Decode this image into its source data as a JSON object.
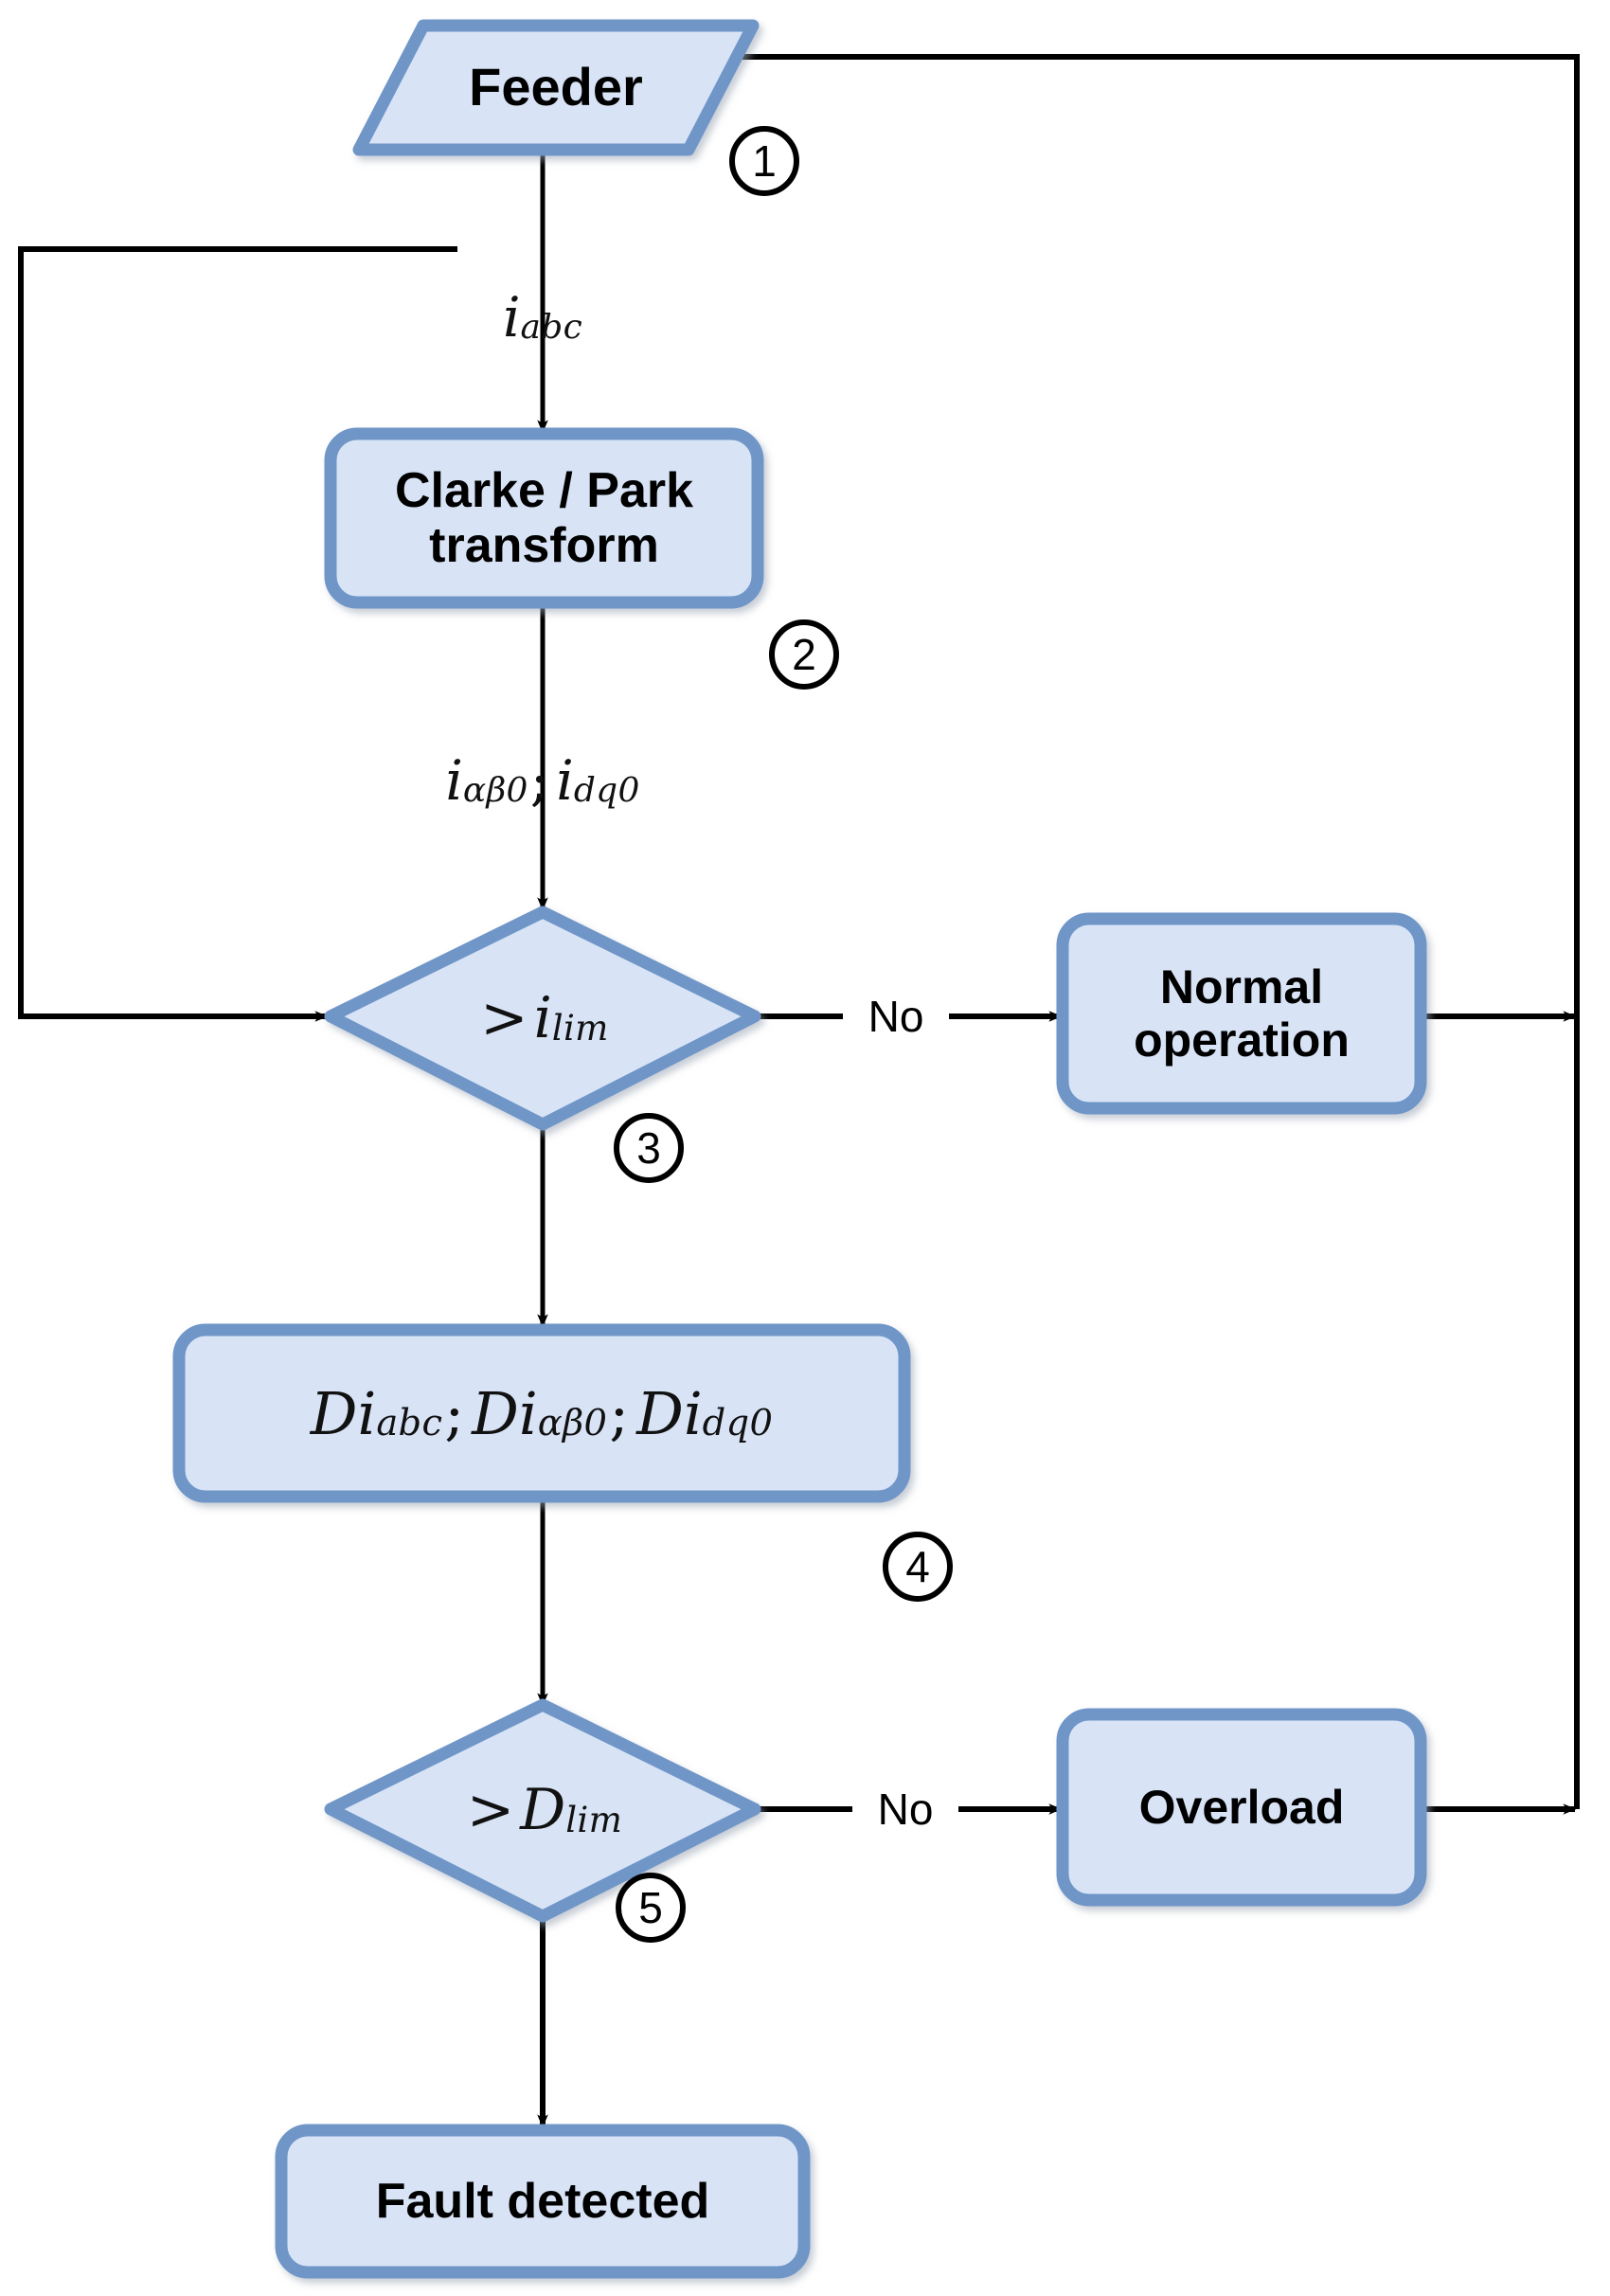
{
  "diagram": {
    "title": "Fault detection flowchart",
    "colors": {
      "node_fill": "#d8e4f6",
      "node_stroke": "#7096c8",
      "line": "#000000",
      "text": "#000000",
      "background": "#ffffff"
    },
    "nodes": [
      {
        "id": "feeder",
        "shape": "parallelogram",
        "label": "Feeder",
        "step": "1"
      },
      {
        "id": "clarke-park",
        "shape": "rounded-rect",
        "label_line1": "Clarke / Park",
        "label_line2": "transform",
        "step": "2"
      },
      {
        "id": "current-threshold",
        "shape": "diamond",
        "label": "> i_lim",
        "math": {
          "op": ">",
          "base": "i",
          "sub": "lim"
        },
        "step": "3"
      },
      {
        "id": "normal-operation",
        "shape": "rounded-rect",
        "label_line1": "Normal",
        "label_line2": "operation"
      },
      {
        "id": "differential-currents",
        "shape": "rounded-rect",
        "label": "Di_abc ; Di_αβ0 ; Di_dq0",
        "math_terms": [
          {
            "base": "Di",
            "sub": "abc"
          },
          {
            "base": "Di",
            "sub": "αβ0"
          },
          {
            "base": "Di",
            "sub": "dq0"
          }
        ],
        "step": "4"
      },
      {
        "id": "differential-threshold",
        "shape": "diamond",
        "label": "> D_lim",
        "math": {
          "op": ">",
          "base": "D",
          "sub": "lim"
        },
        "step": "5"
      },
      {
        "id": "overload",
        "shape": "rounded-rect",
        "label": "Overload"
      },
      {
        "id": "fault-detected",
        "shape": "rounded-rect",
        "label": "Fault detected"
      }
    ],
    "edge_labels": {
      "feeder_to_transform": {
        "base": "i",
        "sub": "abc"
      },
      "transform_to_decision_term1": {
        "base": "i",
        "sub": "αβ0"
      },
      "transform_to_decision_term2": {
        "base": "i",
        "sub": "dq0"
      },
      "no_1": "No",
      "no_2": "No"
    },
    "steps": [
      "1",
      "2",
      "3",
      "4",
      "5"
    ]
  }
}
